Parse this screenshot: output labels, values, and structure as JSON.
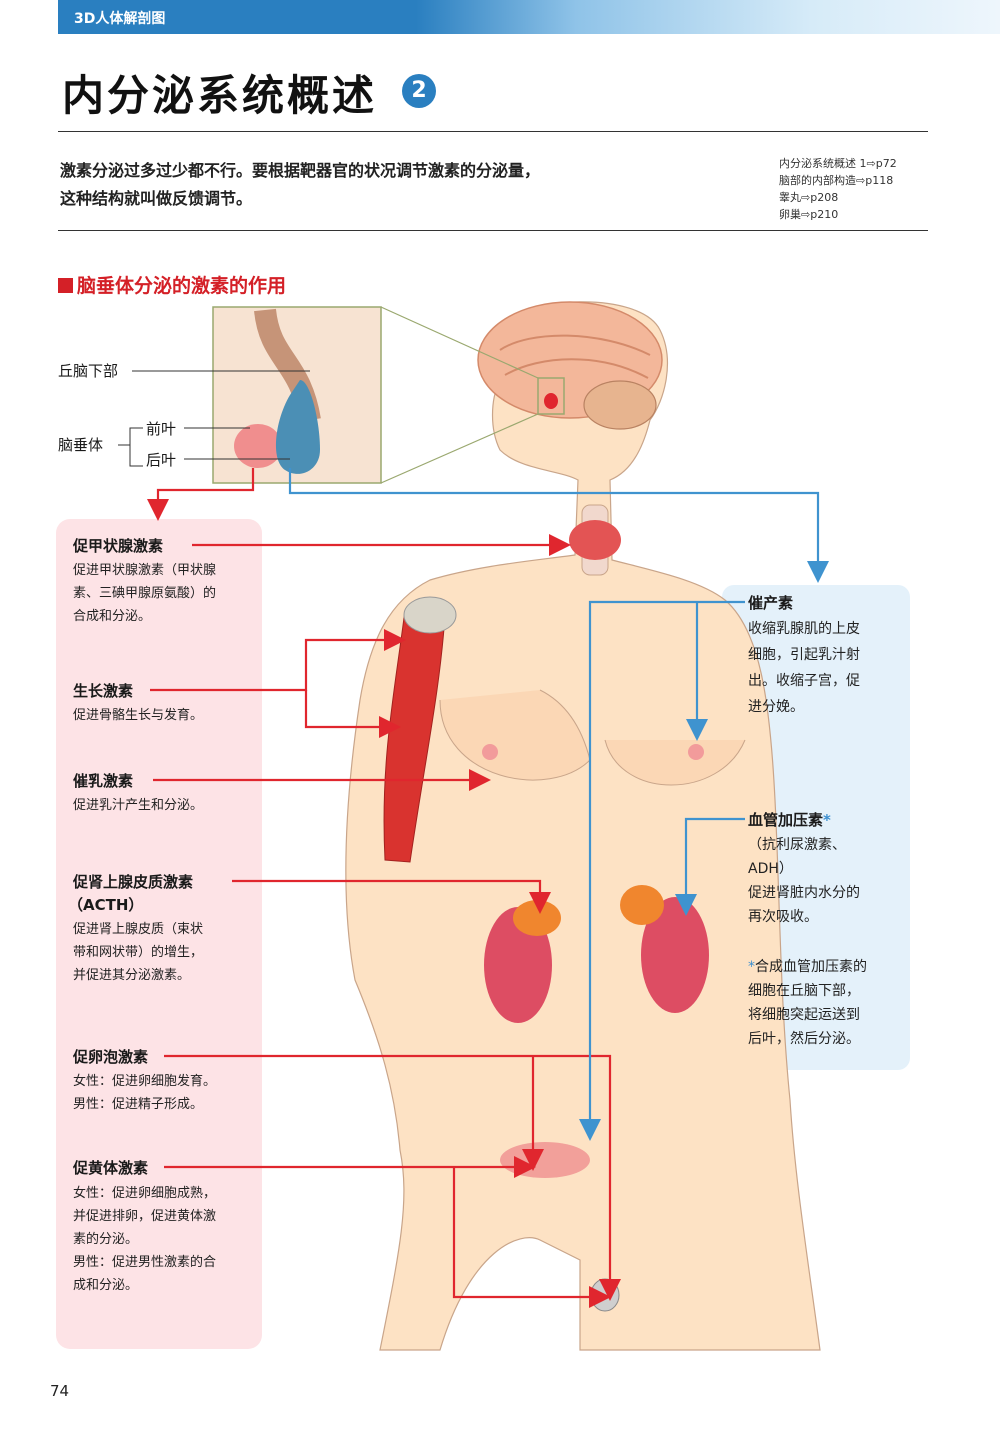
{
  "header": {
    "label": "3D人体解剖图"
  },
  "title": {
    "text": "内分泌系统概述",
    "number": "2"
  },
  "intro": {
    "lines": [
      "激素分泌过多过少都不行。要根据靶器官的状况调节激素的分泌量，",
      "这种结构就叫做反馈调节。"
    ]
  },
  "references": [
    "内分泌系统概述 1⇨p72",
    "脑部的内部构造⇨p118",
    "睾丸⇨p208",
    "卵巢⇨p210"
  ],
  "section": {
    "title": "脑垂体分泌的激素的作用"
  },
  "brain_labels": {
    "hypothalamus": "丘脑下部",
    "pituitary": "脑垂体",
    "anterior": "前叶",
    "posterior": "后叶"
  },
  "anterior_hormones": [
    {
      "title": "促甲状腺激素",
      "desc": [
        "促进甲状腺激素（甲状腺",
        "素、三碘甲腺原氨酸）的",
        "合成和分泌。"
      ]
    },
    {
      "title": "生长激素",
      "desc": [
        "促进骨骼生长与发育。"
      ]
    },
    {
      "title": "催乳激素",
      "desc": [
        "促进乳汁产生和分泌。"
      ]
    },
    {
      "title": "促肾上腺皮质激素",
      "title2": "（ACTH）",
      "desc": [
        "促进肾上腺皮质（束状",
        "带和网状带）的增生，",
        "并促进其分泌激素。"
      ]
    },
    {
      "title": "促卵泡激素",
      "desc": [
        "女性：促进卵细胞发育。",
        "男性：促进精子形成。"
      ]
    },
    {
      "title": "促黄体激素",
      "desc": [
        "女性：促进卵细胞成熟，",
        "并促进排卵，促进黄体激",
        "素的分泌。",
        "男性：促进男性激素的合",
        "成和分泌。"
      ]
    }
  ],
  "posterior_hormones": [
    {
      "title": "催产素",
      "desc": [
        "收缩乳腺肌的上皮",
        "细胞，引起乳汁射",
        "出。收缩子宫，促",
        "进分娩。"
      ]
    },
    {
      "title": "血管加压素",
      "star": "*",
      "desc": [
        "（抗利尿激素、",
        "ADH）",
        "促进肾脏内水分的",
        "再次吸收。"
      ]
    }
  ],
  "footnote": {
    "star": "*",
    "lines": [
      "合成血管加压素的",
      "细胞在丘脑下部，",
      "将细胞突起运送到",
      "后叶，然后分泌。"
    ]
  },
  "colors": {
    "anterior": "#e0262e",
    "posterior": "#3f93cf",
    "skin": "#fde2c4",
    "accent": "#2a7fc0"
  },
  "page_number": "74"
}
